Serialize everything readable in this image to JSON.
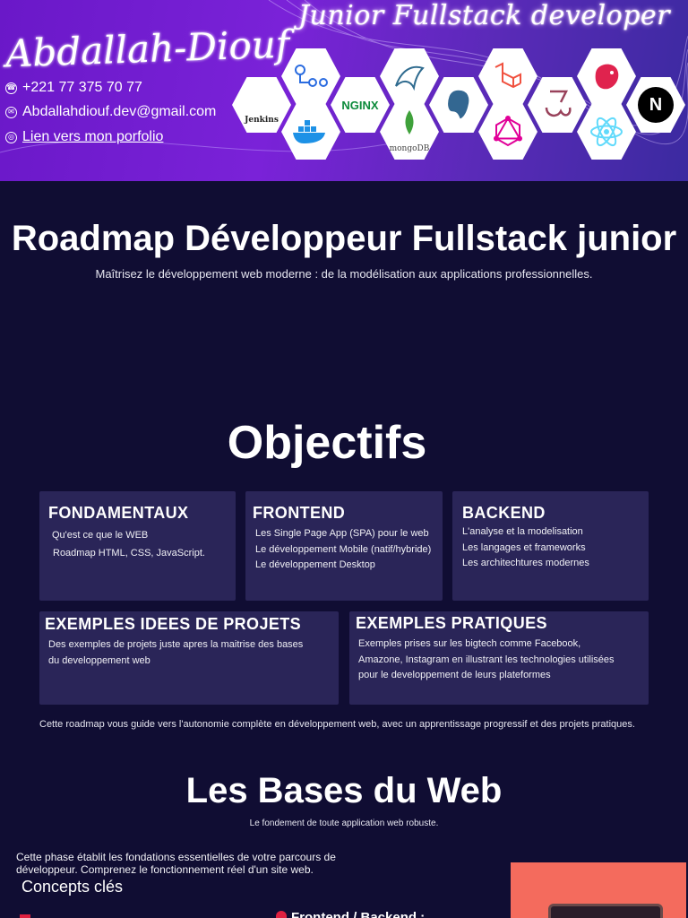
{
  "banner": {
    "title": "Junior Fullstack developer",
    "name": "Abdallah-Diouf",
    "phone": "+221 77 375 70 77",
    "email": "Abdallahdiouf.dev@gmail.com",
    "portfolio_link": "Lien vers mon porfolio",
    "tech_logos": [
      {
        "name": "jenkins-logo",
        "label": "Jenkins"
      },
      {
        "name": "github-actions-logo",
        "label": ""
      },
      {
        "name": "docker-logo",
        "label": ""
      },
      {
        "name": "nginx-logo",
        "label": "NGINX"
      },
      {
        "name": "mysql-logo",
        "label": ""
      },
      {
        "name": "mongodb-logo",
        "label": "mongoDB"
      },
      {
        "name": "postgresql-logo",
        "label": ""
      },
      {
        "name": "laravel-logo",
        "label": ""
      },
      {
        "name": "graphql-logo",
        "label": ""
      },
      {
        "name": "jest-logo",
        "label": ""
      },
      {
        "name": "nestjs-logo",
        "label": ""
      },
      {
        "name": "react-logo",
        "label": ""
      },
      {
        "name": "nextjs-logo",
        "label": "N"
      }
    ]
  },
  "header": {
    "title": "Roadmap Développeur Fullstack junior",
    "subtitle": "Maîtrisez le développement web moderne : de la modélisation aux applications professionnelles."
  },
  "objectifs": {
    "title": "Objectifs",
    "cards": [
      {
        "title": "FONDAMENTAUX",
        "lines": [
          "Qu'est ce que le WEB",
          "Roadmap HTML, CSS, JavaScript."
        ]
      },
      {
        "title": "FRONTEND",
        "lines": [
          "Les Single Page App (SPA) pour le web",
          "Le développement Mobile (natif/hybride)",
          "Le développement Desktop"
        ]
      },
      {
        "title": "BACKEND",
        "lines": [
          "L'analyse et la modelisation",
          "Les langages et frameworks",
          "Les architechtures modernes"
        ]
      },
      {
        "title": "EXEMPLES IDEES DE PROJETS",
        "lines": [
          "Des exemples de projets juste apres la maitrise des bases",
          "du developpement web"
        ]
      },
      {
        "title": "EXEMPLES PRATIQUES",
        "lines": [
          "Exemples prises sur les bigtech comme Facebook,",
          "Amazone, Instagram en illustrant les technologies utilisées",
          "pour le developpement de leurs plateformes"
        ]
      }
    ],
    "note": "Cette roadmap vous guide vers l'autonomie complète en développement web, avec un apprentissage progressif et des projets pratiques."
  },
  "bases": {
    "title": "Les Bases du Web",
    "subtitle": "Le fondement de toute application web robuste.",
    "intro": "Cette phase établit les fondations essentielles de votre parcours de développeur. Comprenez le fonctionnement réel d'un site web.",
    "concepts_heading": "Concepts clés",
    "frontend_backend_label": "Frontend / Backend :"
  },
  "colors": {
    "background": "#100d33",
    "card": "#2a2558",
    "banner_start": "#6a18c8",
    "accent_red": "#e02040",
    "preview_bg": "#f46b5d"
  }
}
